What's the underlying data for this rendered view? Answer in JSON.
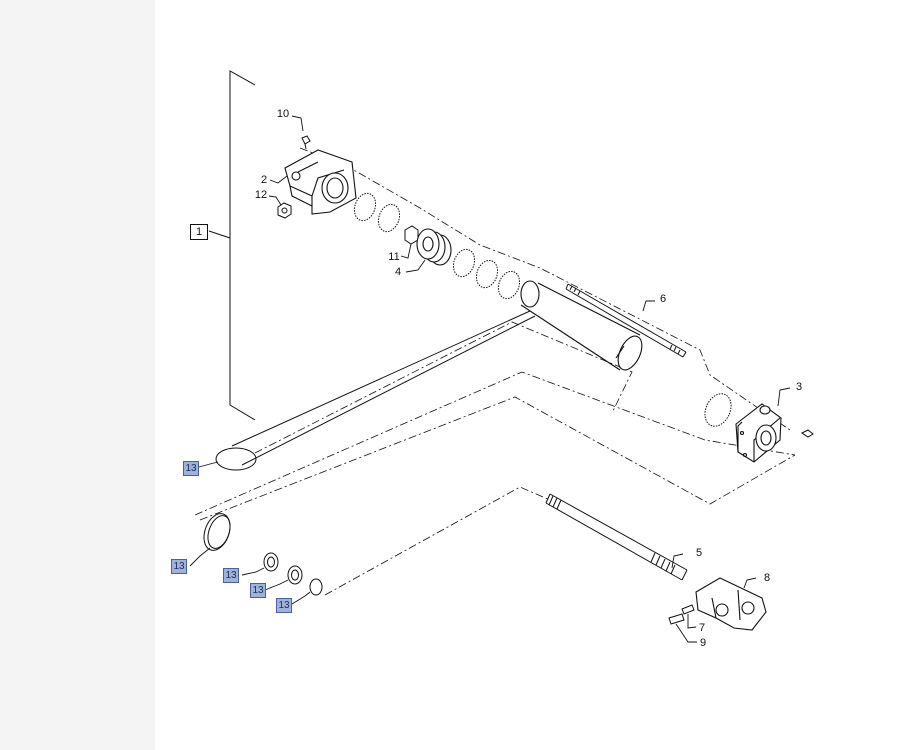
{
  "callouts": {
    "c1": "1",
    "c2": "2",
    "c3": "3",
    "c4": "4",
    "c5": "5",
    "c6": "6",
    "c7": "7",
    "c8": "8",
    "c9": "9",
    "c10": "10",
    "c11": "11",
    "c12": "12",
    "c13": "13"
  },
  "colors": {
    "line": "#111111",
    "highlight_fill": "#9fb2dc",
    "highlight_border": "#4a5fa0",
    "background": "#ffffff"
  }
}
